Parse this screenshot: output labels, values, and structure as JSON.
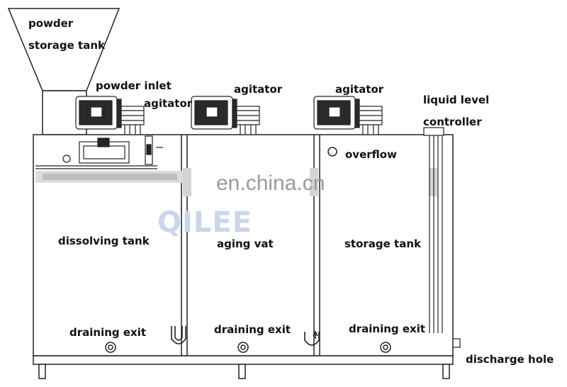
{
  "labels": {
    "powder": "powder",
    "storage_tank_top": "storage tank",
    "powder_inlet": "powder inlet",
    "agitator_1": "agitator",
    "agitator_2": "agitator",
    "agitator_3": "agitator",
    "liquid_level": "liquid level",
    "controller": "controller",
    "overflow": "overflow",
    "dissolving_tank": "dissolving tank",
    "aging_vat": "aging vat",
    "storage_tank": "storage tank",
    "draining_exit_1": "draining exit",
    "draining_exit_2": "draining exit",
    "draining_exit_3": "draining exit",
    "discharge_hole": "discharge hole"
  },
  "watermark": {
    "site": "en.china.cn",
    "brand": "QILEE"
  },
  "colors": {
    "line": "#222222",
    "motor": "#2a2a2a",
    "watermark_text": "#9a9a9a",
    "brand_text": "#c9d6ec"
  }
}
